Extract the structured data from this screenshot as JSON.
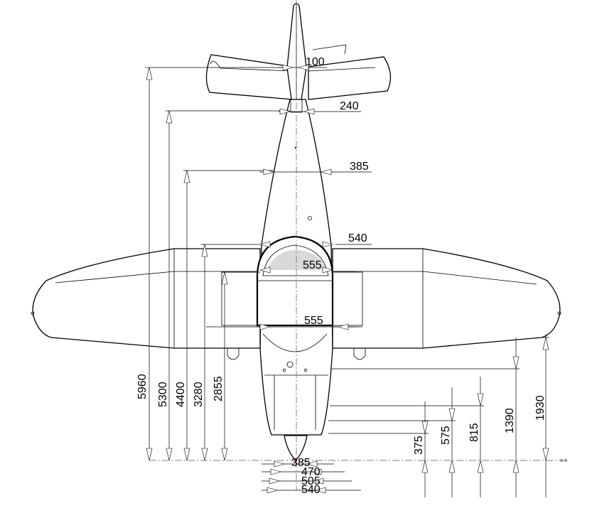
{
  "drawing": {
    "top_dimensions": [
      "100",
      "240",
      "385",
      "540",
      "555",
      "555"
    ],
    "bottom_dimensions": [
      "385",
      "470",
      "505",
      "540"
    ],
    "vertical_dimensions": [
      "5960",
      "5300",
      "4400",
      "3280",
      "2855"
    ],
    "right_dimensions": [
      "375",
      "575",
      "815",
      "1390",
      "1930"
    ]
  }
}
